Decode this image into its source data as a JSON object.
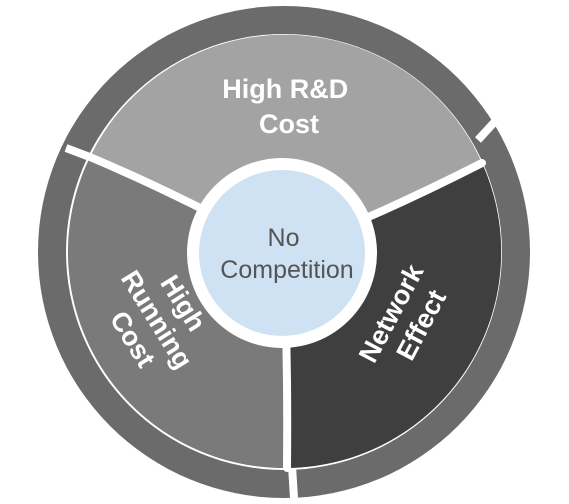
{
  "diagram": {
    "center": {
      "lines": [
        "No",
        "Competition"
      ]
    },
    "segments": [
      {
        "lines": [
          "High R&D",
          "Cost"
        ]
      },
      {
        "lines": [
          "Network",
          "Effect"
        ]
      },
      {
        "lines": [
          "High",
          "Running",
          "Cost"
        ]
      }
    ]
  },
  "colors": {
    "outer_ring": "#6b6b6b",
    "segment_top": "#a3a3a3",
    "segment_right": "#3f3f3f",
    "segment_left": "#7a7a7a",
    "center_fill": "#cfe2f3",
    "separator": "#ffffff",
    "label": "#ffffff",
    "center_text": "#555555"
  }
}
